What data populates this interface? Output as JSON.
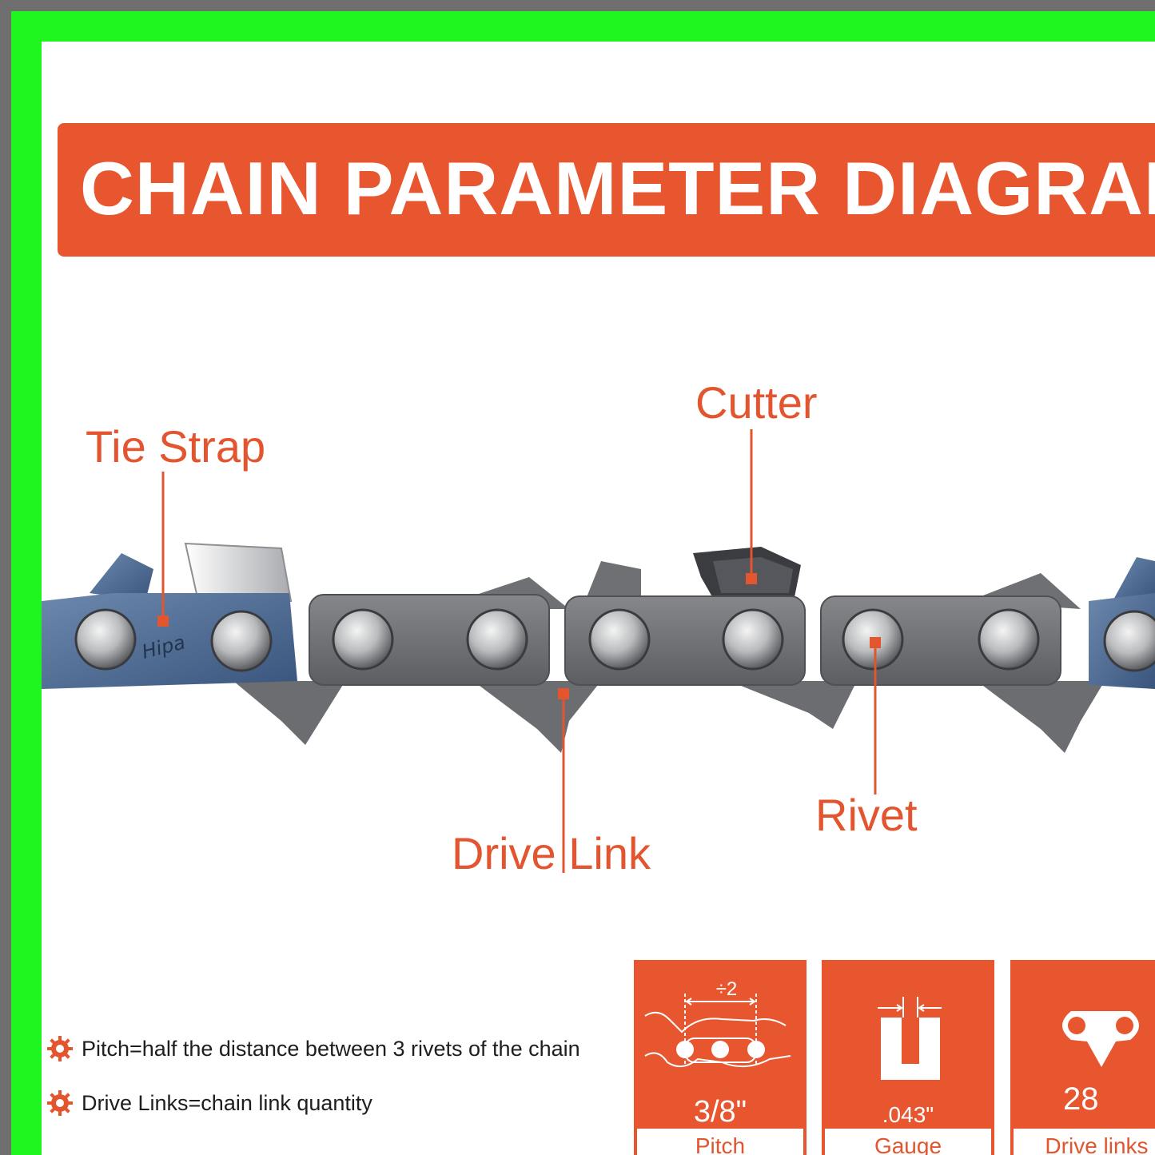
{
  "title": "CHAIN PARAMETER DIAGRAM",
  "chain": {
    "stamp": "Hipa"
  },
  "callouts": {
    "tie_strap": "Tie Strap",
    "cutter": "Cutter",
    "drive_link": "Drive Link",
    "rivet": "Rivet"
  },
  "notes": [
    "Pitch=half the distance between 3 rivets of the chain",
    "Drive Links=chain link quantity"
  ],
  "specs": [
    {
      "value": "3/8\"",
      "label": "Pitch",
      "icon": "pitch-diagram-icon",
      "icon_text": "÷2"
    },
    {
      "value": ".043\"",
      "label": "Gauge",
      "icon": "gauge-groove-icon"
    },
    {
      "value": "28",
      "label": "Drive links",
      "icon": "drive-link-icon"
    }
  ],
  "colors": {
    "accent": "#e85630",
    "frame_green": "#1ff51f",
    "frame_gray": "#6f6f6f",
    "chain_steel": "#6b6d72",
    "tie_strap_blue": "#4a6890"
  }
}
